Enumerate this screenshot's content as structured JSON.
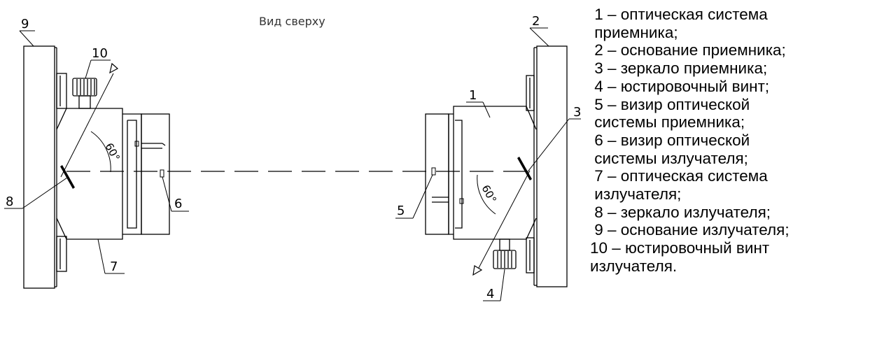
{
  "diagram": {
    "title": "Вид сверху",
    "angle_left": "60°",
    "angle_right": "60°",
    "callouts": [
      "1",
      "2",
      "3",
      "4",
      "5",
      "6",
      "7",
      "8",
      "9",
      "10"
    ]
  },
  "legend": [
    " 1 – оптическая система",
    " приемника;",
    " 2 – основание приемника;",
    " 3 – зеркало приемника;",
    " 4 – юстировочный винт;",
    " 5 – визир оптической",
    " системы приемника;",
    " 6 – визир оптической",
    " системы излучателя;",
    " 7 – оптическая система",
    " излучателя;",
    " 8 – зеркало излучателя;",
    " 9 – основание излучателя;",
    "10 – юстировочный винт",
    "излучателя."
  ]
}
